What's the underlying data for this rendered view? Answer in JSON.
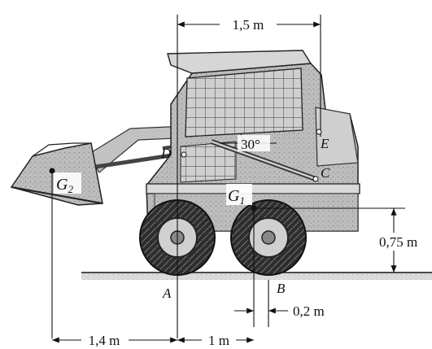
{
  "figure": {
    "point_labels": {
      "g2": "G",
      "g2_sub": "2",
      "g1": "G",
      "g1_sub": "1",
      "a": "A",
      "b": "B",
      "c": "C",
      "d": "D",
      "e": "E"
    },
    "angle_label": "30°",
    "dimensions": {
      "top_span": "1,5 m",
      "height": "0,75 m",
      "offset_b": "0,2 m",
      "left_span": "1,4 m",
      "mid_span": "1 m"
    }
  },
  "colors": {
    "body": "#b9b9b9",
    "dark": "#3a3a3a",
    "tire": "#2a2a2a",
    "ink": "#111111"
  }
}
